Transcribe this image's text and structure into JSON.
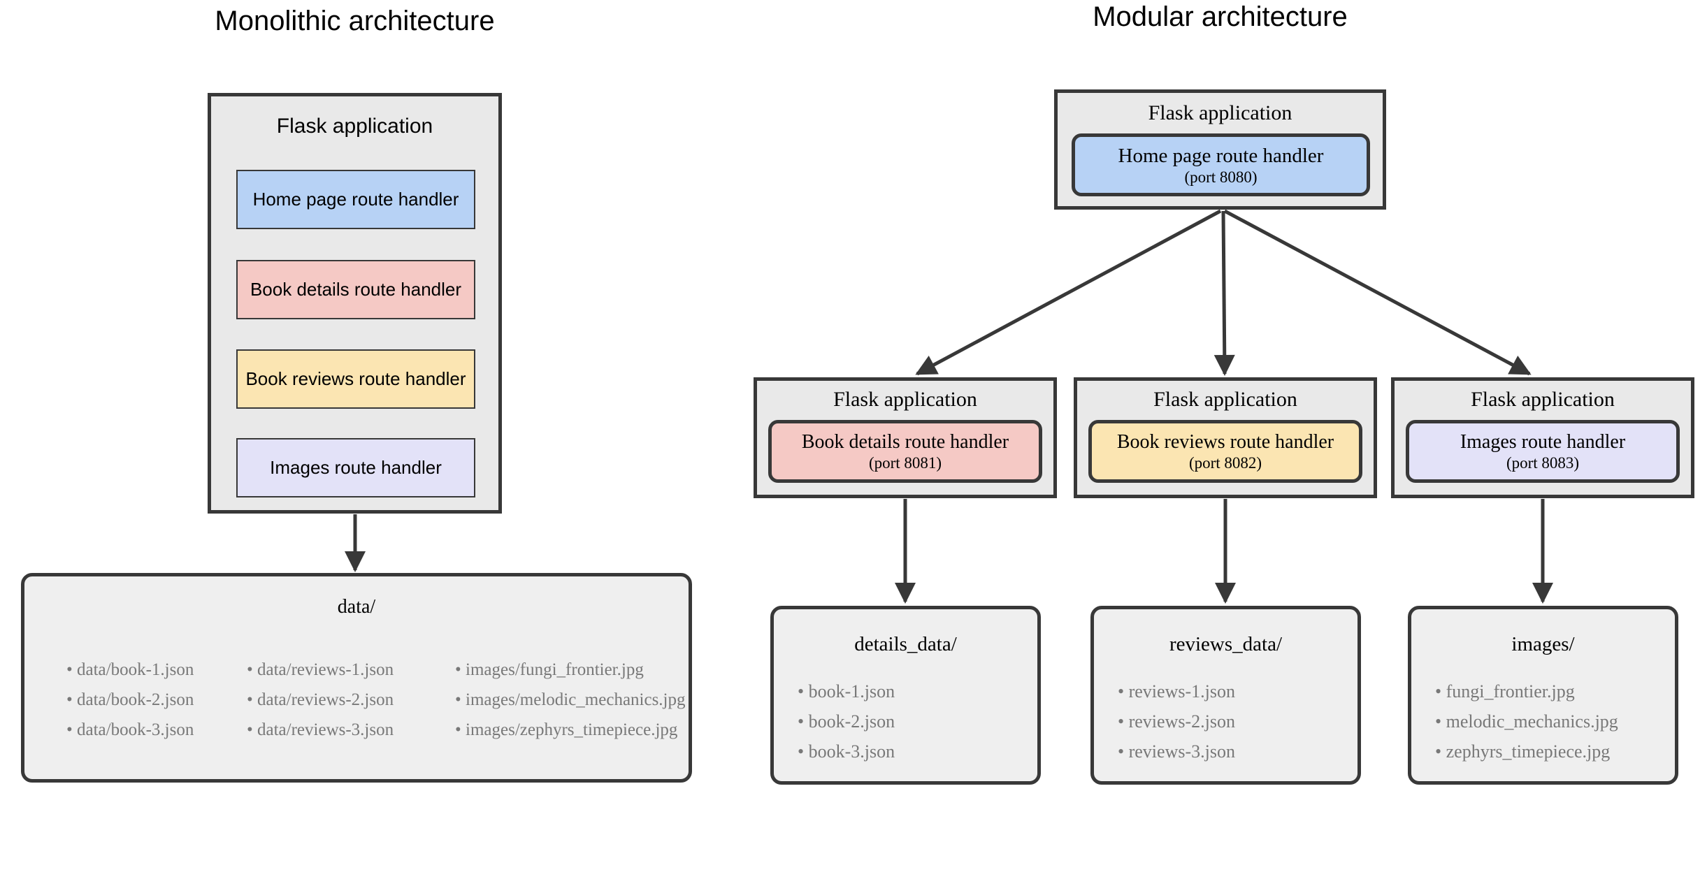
{
  "colors": {
    "app_box_fill": "#e9e9e9",
    "panel_fill": "#efefef",
    "border": "#383838",
    "blue": "#b7d2f5",
    "pink": "#f5c9c5",
    "yellow": "#fbe5b2",
    "lavender": "#e3e2f8",
    "muted_text": "#787878"
  },
  "monolithic": {
    "title": "Monolithic architecture",
    "app": {
      "label": "Flask application",
      "handlers": [
        {
          "label": "Home page route handler"
        },
        {
          "label": "Book details route handler"
        },
        {
          "label": "Book reviews route handler"
        },
        {
          "label": "Images route handler"
        }
      ]
    },
    "data_store": {
      "title": "data/",
      "columns": [
        [
          "data/book-1.json",
          "data/book-2.json",
          "data/book-3.json"
        ],
        [
          "data/reviews-1.json",
          "data/reviews-2.json",
          "data/reviews-3.json"
        ],
        [
          "images/fungi_frontier.jpg",
          "images/melodic_mechanics.jpg",
          "images/zephyrs_timepiece.jpg"
        ]
      ]
    }
  },
  "modular": {
    "title": "Modular architecture",
    "root_app": {
      "label": "Flask application",
      "handler": "Home page route handler",
      "port": "(port 8080)"
    },
    "services": [
      {
        "label": "Flask application",
        "handler": "Book details route handler",
        "port": "(port 8081)",
        "store": {
          "title": "details_data/",
          "items": [
            "book-1.json",
            "book-2.json",
            "book-3.json"
          ]
        }
      },
      {
        "label": "Flask application",
        "handler": "Book reviews route handler",
        "port": "(port 8082)",
        "store": {
          "title": "reviews_data/",
          "items": [
            "reviews-1.json",
            "reviews-2.json",
            "reviews-3.json"
          ]
        }
      },
      {
        "label": "Flask application",
        "handler": "Images route handler",
        "port": "(port 8083)",
        "store": {
          "title": "images/",
          "items": [
            "fungi_frontier.jpg",
            "melodic_mechanics.jpg",
            "zephyrs_timepiece.jpg"
          ]
        }
      }
    ]
  }
}
